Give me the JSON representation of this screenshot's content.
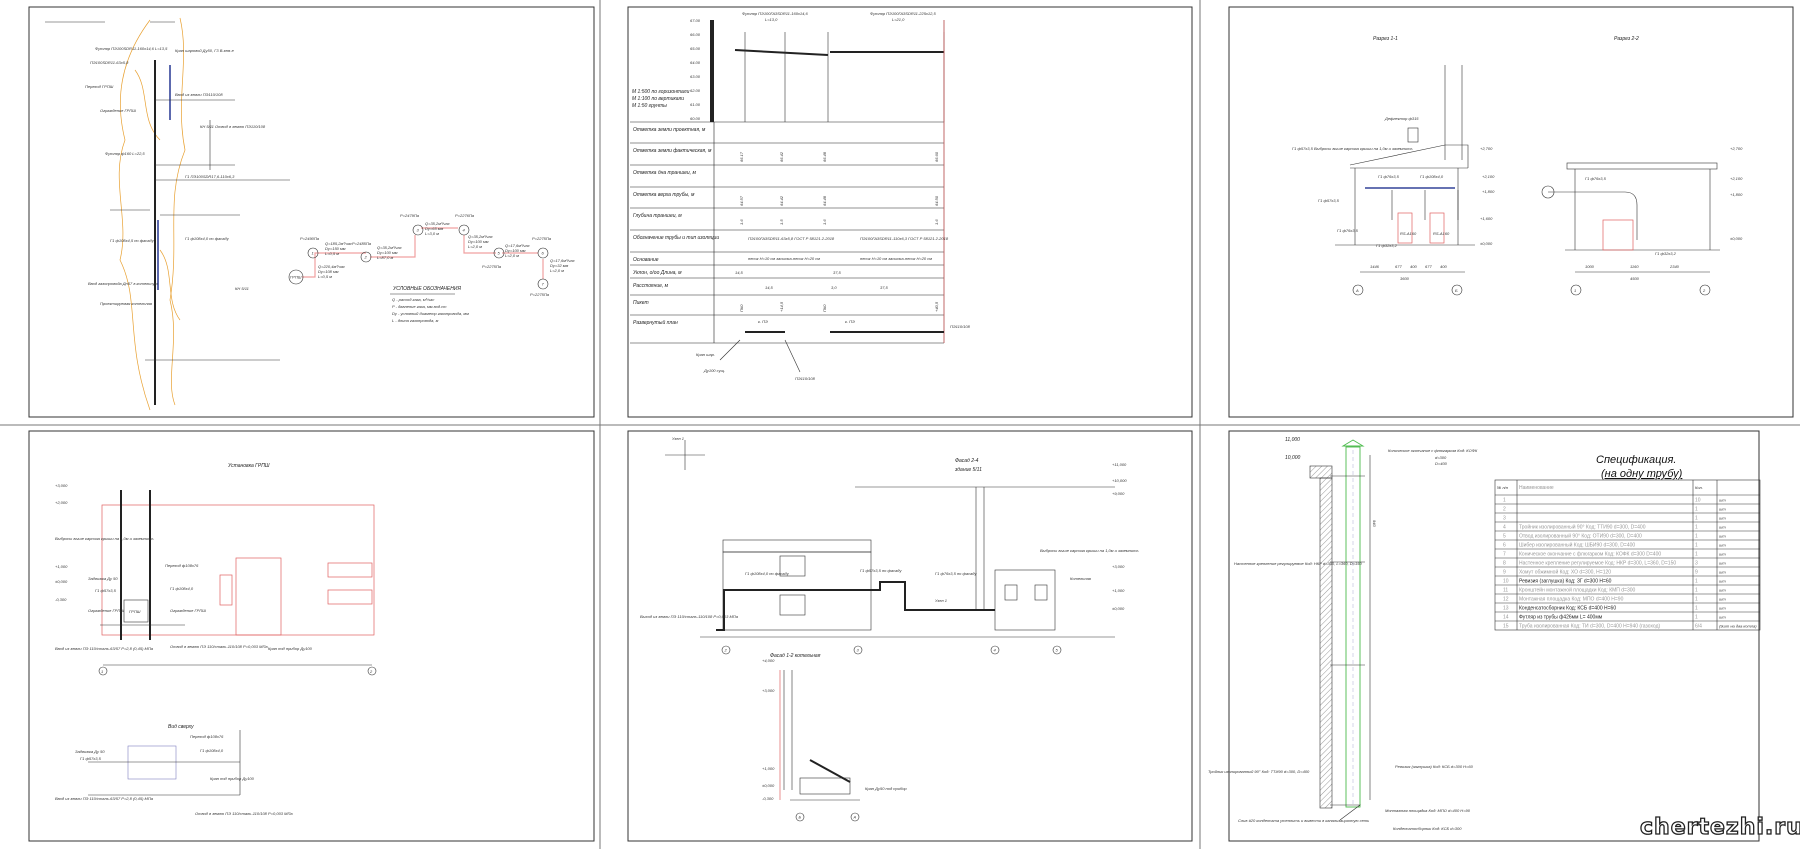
{
  "sheet1": {
    "callouts": [
      "Футляр ПЭ100SDR11-160х14,6 L=13,5",
      "Кран шаровой Ду50, Г3 В.зем-е",
      "ПЭ100SDR11-63х5,8",
      "Переход ГРПШ",
      "Ограждение ГРПШ",
      "Ввод из земли ПЭ110/108",
      "КН 5/11 Отвод в землю ПЭ110/108",
      "Футляр ф160 L=22,5",
      "Г1 ПЭ100SDR17,6-110х6,3",
      "Г1 ф108х4,5 по фасаду",
      "Г1 ф108х4,0 по фасаду",
      "Ввод газопровода Дн57 в котельную",
      "Проектируемая котельная",
      "КН 5/11"
    ],
    "network": {
      "nodes": [
        "ГРПШ",
        "1",
        "2",
        "3",
        "4",
        "5",
        "6",
        "7"
      ],
      "pressures": [
        "P=2490Па",
        "P=2485Па",
        "P=2479Па",
        "P=2276Па",
        "P=2275Па",
        "P=2275Па",
        "P=2275Па"
      ],
      "segments": [
        [
          "Q=220,4м³/час",
          "Dу=108 мм",
          "L=0,5 м"
        ],
        [
          "Q=185,2м³/час",
          "Dу=150 мм",
          "L=0,5 м"
        ],
        [
          "Q=35,2м³/час",
          "Dу=100 мм",
          "L=87,0 м"
        ],
        [
          "Q=35,2м³/час",
          "Dу=65 мм",
          "L=3,0 м"
        ],
        [
          "Q=35,2м³/час",
          "Dу=100 мм",
          "L=2,0 м"
        ],
        [
          "Q=17,6м³/час",
          "Dу=100 мм",
          "L=2,0 м"
        ],
        [
          "Q=17,6м³/час",
          "Dу=32 мм",
          "L=2,0 м"
        ]
      ],
      "legend": {
        "title": "УСЛОВНЫЕ ОБОЗНАЧЕНИЯ",
        "items": [
          "Q - расход газа, м³/час",
          "P - давление газа, мм.вод.ст",
          "Dу - условный диаметр газопровода, мм",
          "L - длина газопровода, м"
        ]
      }
    }
  },
  "sheet2": {
    "sleeves": [
      "Футляр ПЭ100ГАЗSDR11-160х14,6",
      "L=13,0",
      "Футляр ПЭ100ГАЗSDR11-225х12,5",
      "L=21,0"
    ],
    "scale": [
      "М 1:500 по горизонтали",
      "М 1:100 по вертикали",
      "М 1:50 грунты"
    ],
    "elevations": [
      "67.00",
      "66.00",
      "65.00",
      "64.00",
      "63.00",
      "62.00",
      "61.00",
      "60.00"
    ],
    "rows": [
      "Отметка земли проектная, м",
      "Отметка земли фактическая, м",
      "Отметка дна траншеи, м",
      "Отметка верха трубы, м",
      "Глубина траншеи, м",
      "Обозначение трубы и тип изоляции",
      "Основание",
      "Уклон, о/оо        Длина, м",
      "Расстояние, м",
      "Пикет",
      "Развернутый план"
    ],
    "ground_actual": [
      "66.17",
      "66.42",
      "66.48",
      "66.60"
    ],
    "pipe_top": [
      "64.57",
      "64.42",
      "64.48",
      "64.50"
    ],
    "depth": [
      "1.6",
      "1.5",
      "1.6",
      "1.6"
    ],
    "pipes": [
      "ПЭ100ГАЗSDR11-63х5,8 ГОСТ Р 58121.2-2018",
      "ПЭ100ГАЗSDR11-110х6,3 ГОСТ Р 58121.2-2018"
    ],
    "base": [
      "песок H=10 см засыпка-песок H=20 см",
      "песок H=10 см засыпка-песок H=20 см"
    ],
    "lengths": [
      "14,5",
      "37,5"
    ],
    "distances": [
      "14,5",
      "3,0",
      "37,5"
    ],
    "pickets": [
      "ПК0",
      "+14,5",
      "ПК0",
      "+40,5"
    ],
    "plan_labels": [
      "к. ПЭ",
      "к. ПЭ",
      "Кран шар.",
      "Ду100 сущ.",
      "ПЭ110/108",
      "ПЭ110/108"
    ]
  },
  "sheet3": {
    "titles": [
      "Разрез 1-1",
      "Разрез 2-2"
    ],
    "labels": [
      "Дефлектор ф315",
      "Г1 ф57х3,5 Выбросы выше карниза крыши на 1,0м и заземлить",
      "Г1 ф76х3,5",
      "Г1 ф108х4,0",
      "Г1 ф57х3,5",
      "Г1 ф76х3,5",
      "RS-А160",
      "RS-А160",
      "Г1 ф32х3,2",
      "Г1 ф76х3,5",
      "Г1 ф32х3,2"
    ],
    "levels": [
      "+2,700",
      "+2,100",
      "+1,800",
      "+1,600",
      "±0,000",
      "+2,700",
      "+2,100",
      "+1,800",
      "±0,000"
    ],
    "dims1": [
      "1446",
      "677",
      "400",
      "677",
      "400",
      "3600"
    ],
    "dims2": [
      "1000",
      "1160",
      "2340",
      "4500"
    ],
    "axes": [
      "А",
      "Б",
      "1",
      "2"
    ]
  },
  "sheet4": {
    "title": "Установка ГРПШ",
    "subtitle": "Вид сверху",
    "cabinet": "ГРПШ",
    "levels": [
      "+3,000",
      "+2,000",
      "+1,000",
      "±0,000",
      "-0,300"
    ],
    "labels": [
      "Выбросы выше карниза крыши на 1,0м и заземлить",
      "Задвижка Ду 50",
      "Г1 ф57х3,5",
      "Ограждение ГРПШ",
      "Переход ф108х76",
      "Г1 ф108х4,0",
      "Ограждение ГРПШ",
      "Ввод из земли ПЭ 110/сталь-63/57 P=2,8 (0,45) МПа",
      "Отвод в землю ПЭ 110/сталь-110/108 P=0,003 МПа",
      "Кран под прибор Ду100"
    ],
    "top_labels": [
      "Задвижка Ду 50",
      "Г1 ф57х3,5",
      "Переход ф108х76",
      "Г1 ф108х4,0",
      "Ввод из земли ПЭ 110/сталь-63/57 P=2,8 (0,45) МПа",
      "Отвод в землю ПЭ 110/сталь-110/108 P=0,003 МПа",
      "Кран под прибор Ду100"
    ],
    "axes": [
      "1",
      "2"
    ]
  },
  "sheet5": {
    "facade_title": [
      "Фасад 2-4",
      "здание 5/11"
    ],
    "boiler_title": "Фасад 1-2 котельная",
    "node": "Узел 1",
    "labels": [
      "Выбросы выше карниза крыши на 1,0м и заземлить",
      "Котельная",
      "Г1 ф108х4,0 по фасаду",
      "Г1 ф76х3,5 по фасаду",
      "Г1 ф57х3,5 по фасаду",
      "Выход из земли ПЭ 110/сталь-110/108 P=0,003 МПа",
      "Узел 1",
      "Кран Ду50 под прибор"
    ],
    "levels": [
      "+11,000",
      "+10,000",
      "+9,000",
      "+3,000",
      "+1,000",
      "±0,000",
      "+4,000",
      "+3,000",
      "+1,000",
      "±0,000",
      "-0,300"
    ],
    "axes": [
      "2",
      "3",
      "4",
      "5",
      "Б",
      "А"
    ]
  },
  "sheet6": {
    "levels": [
      "11,000",
      "10,000"
    ],
    "labels": [
      "Коническое окончание с флюгарком Код: КОФК",
      "d=300",
      "D=400",
      "Настенное крепление регулируемое Код: НКР d=300, L=360, D=150",
      "Тройник изолированный 90° Код: ТТИ90 d=300, D=400",
      "Ревизия (заглушка) Код: КСБ d=300 H=60",
      "Монтажная площадка Код: МПО d=400 H=90",
      "Конденсатосборник Код: КСБ d=300",
      "Слив #20 конденсата утеплить и вывести в канализационную сеть"
    ],
    "dim": "940",
    "spec": {
      "title": "Спецификация.",
      "subtitle": "(на одну трубу)",
      "headers": [
        "№ п/п",
        "Наименование",
        "Кол.",
        ""
      ],
      "rows": [
        [
          "1",
          "",
          "10",
          "шт"
        ],
        [
          "2",
          "",
          "1",
          "шт"
        ],
        [
          "3",
          "",
          "1",
          "шт"
        ],
        [
          "4",
          "Тройник изолированный 90°  Код: ТТИ90 d=300, D=400",
          "1",
          "шт"
        ],
        [
          "5",
          "Отвод изолированный 90° Код: ОТИ90 d=300, D=400",
          "1",
          "шт"
        ],
        [
          "6",
          "Шибер изолированный  Код: ШБИ90 d=300, D=400",
          "1",
          "шт"
        ],
        [
          "7",
          "Коническое окончание с флюгарком Код: КОФК d=300 D=400",
          "1",
          "шт"
        ],
        [
          "8",
          "Настенное крепление регулируемое  Код: НКР d=300, L=360, D=150",
          "3",
          "шт"
        ],
        [
          "9",
          "Хомут обжимной Код: ХО d=300, H=120",
          "9",
          "шт"
        ],
        [
          "10",
          "Ревизия (заглушка)  Код: ЗГ d=300 H=60",
          "1",
          "шт"
        ],
        [
          "11",
          "Кронштейн монтажной площадки Код: КМП  d=300",
          "1",
          "шт"
        ],
        [
          "12",
          "Монтажная площадка Код: МПО  d=400 H=90",
          "1",
          "шт"
        ],
        [
          "13",
          "Конденсатосборник  Код: КСБ d=400 H=60",
          "1",
          "шт"
        ],
        [
          "14",
          "Футляр из трубы ф426мм L= 400мм",
          "1",
          "шт"
        ],
        [
          "15",
          "Труба изолированная Код: ТИ  d=300, D=400 H=940 (газоход)",
          "6/4",
          "(9шт на два котла)"
        ]
      ]
    }
  },
  "watermark": "chertezhi.ru"
}
